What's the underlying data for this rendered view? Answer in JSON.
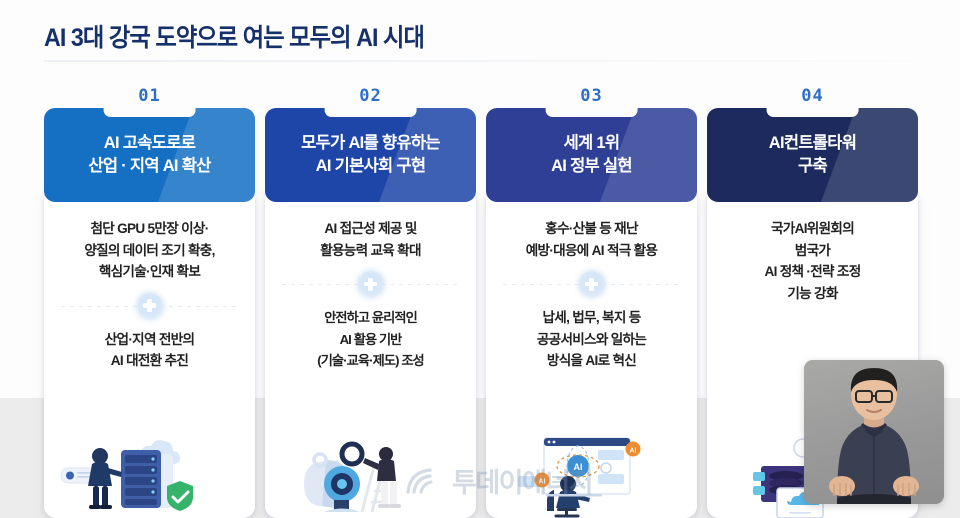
{
  "slide": {
    "title": "AI 3대 강국 도약으로 여는 모두의 AI 시대",
    "background_color": "#fdfdfd",
    "title_color": "#15306b"
  },
  "columns": [
    {
      "number": "01",
      "header": "AI 고속도로로\n산업 · 지역 AI 확산",
      "header_color": "#1570c4",
      "body_top": "첨단 GPU 5만장 이상·\n양질의 데이터 조기 확충,\n핵심기술·인재 확보",
      "has_plus": true,
      "plus_label": "+",
      "body_bottom": "산업·지역 전반의\nAI 대전환 추진",
      "illustration": "person-server-cloud-shield-illustration"
    },
    {
      "number": "02",
      "header": "모두가 AI를 향유하는\nAI 기본사회 구현",
      "header_color": "#1e46a8",
      "body_top": "AI 접근성 제공 및\n활용능력 교육 확대",
      "has_plus": true,
      "plus_label": "+",
      "body_bottom": "안전하고 윤리적인\nAI 활용 기반\n(기술·교육·제도) 조성",
      "illustration": "robot-head-ladder-gears-illustration"
    },
    {
      "number": "03",
      "header": "세계 1위\nAI 정부 실현",
      "header_color": "#2e3f95",
      "body_top": "홍수·산불 등 재난\n예방·대응에 AI 적극 활용",
      "has_plus": true,
      "plus_label": "+",
      "body_bottom": "납세, 법무, 복지 등\n공공서비스와 일하는\n방식을 AI로 혁신",
      "illustration": "person-desk-ai-dashboard-illustration"
    },
    {
      "number": "04",
      "header": "AI컨트롤타워\n구축",
      "header_color": "#1c2a5e",
      "body_top": "국가AI위원회의\n범국가\nAI 정책 ·전략 조정\n기능 강화",
      "has_plus": false,
      "plus_label": "",
      "body_bottom": "",
      "illustration": "servers-monitor-cloud-illustration"
    }
  ],
  "watermark": {
    "text": "투데이에너지",
    "logo": "signal-wave-icon"
  },
  "pip": {
    "label": "sign-language-interpreter-video"
  }
}
